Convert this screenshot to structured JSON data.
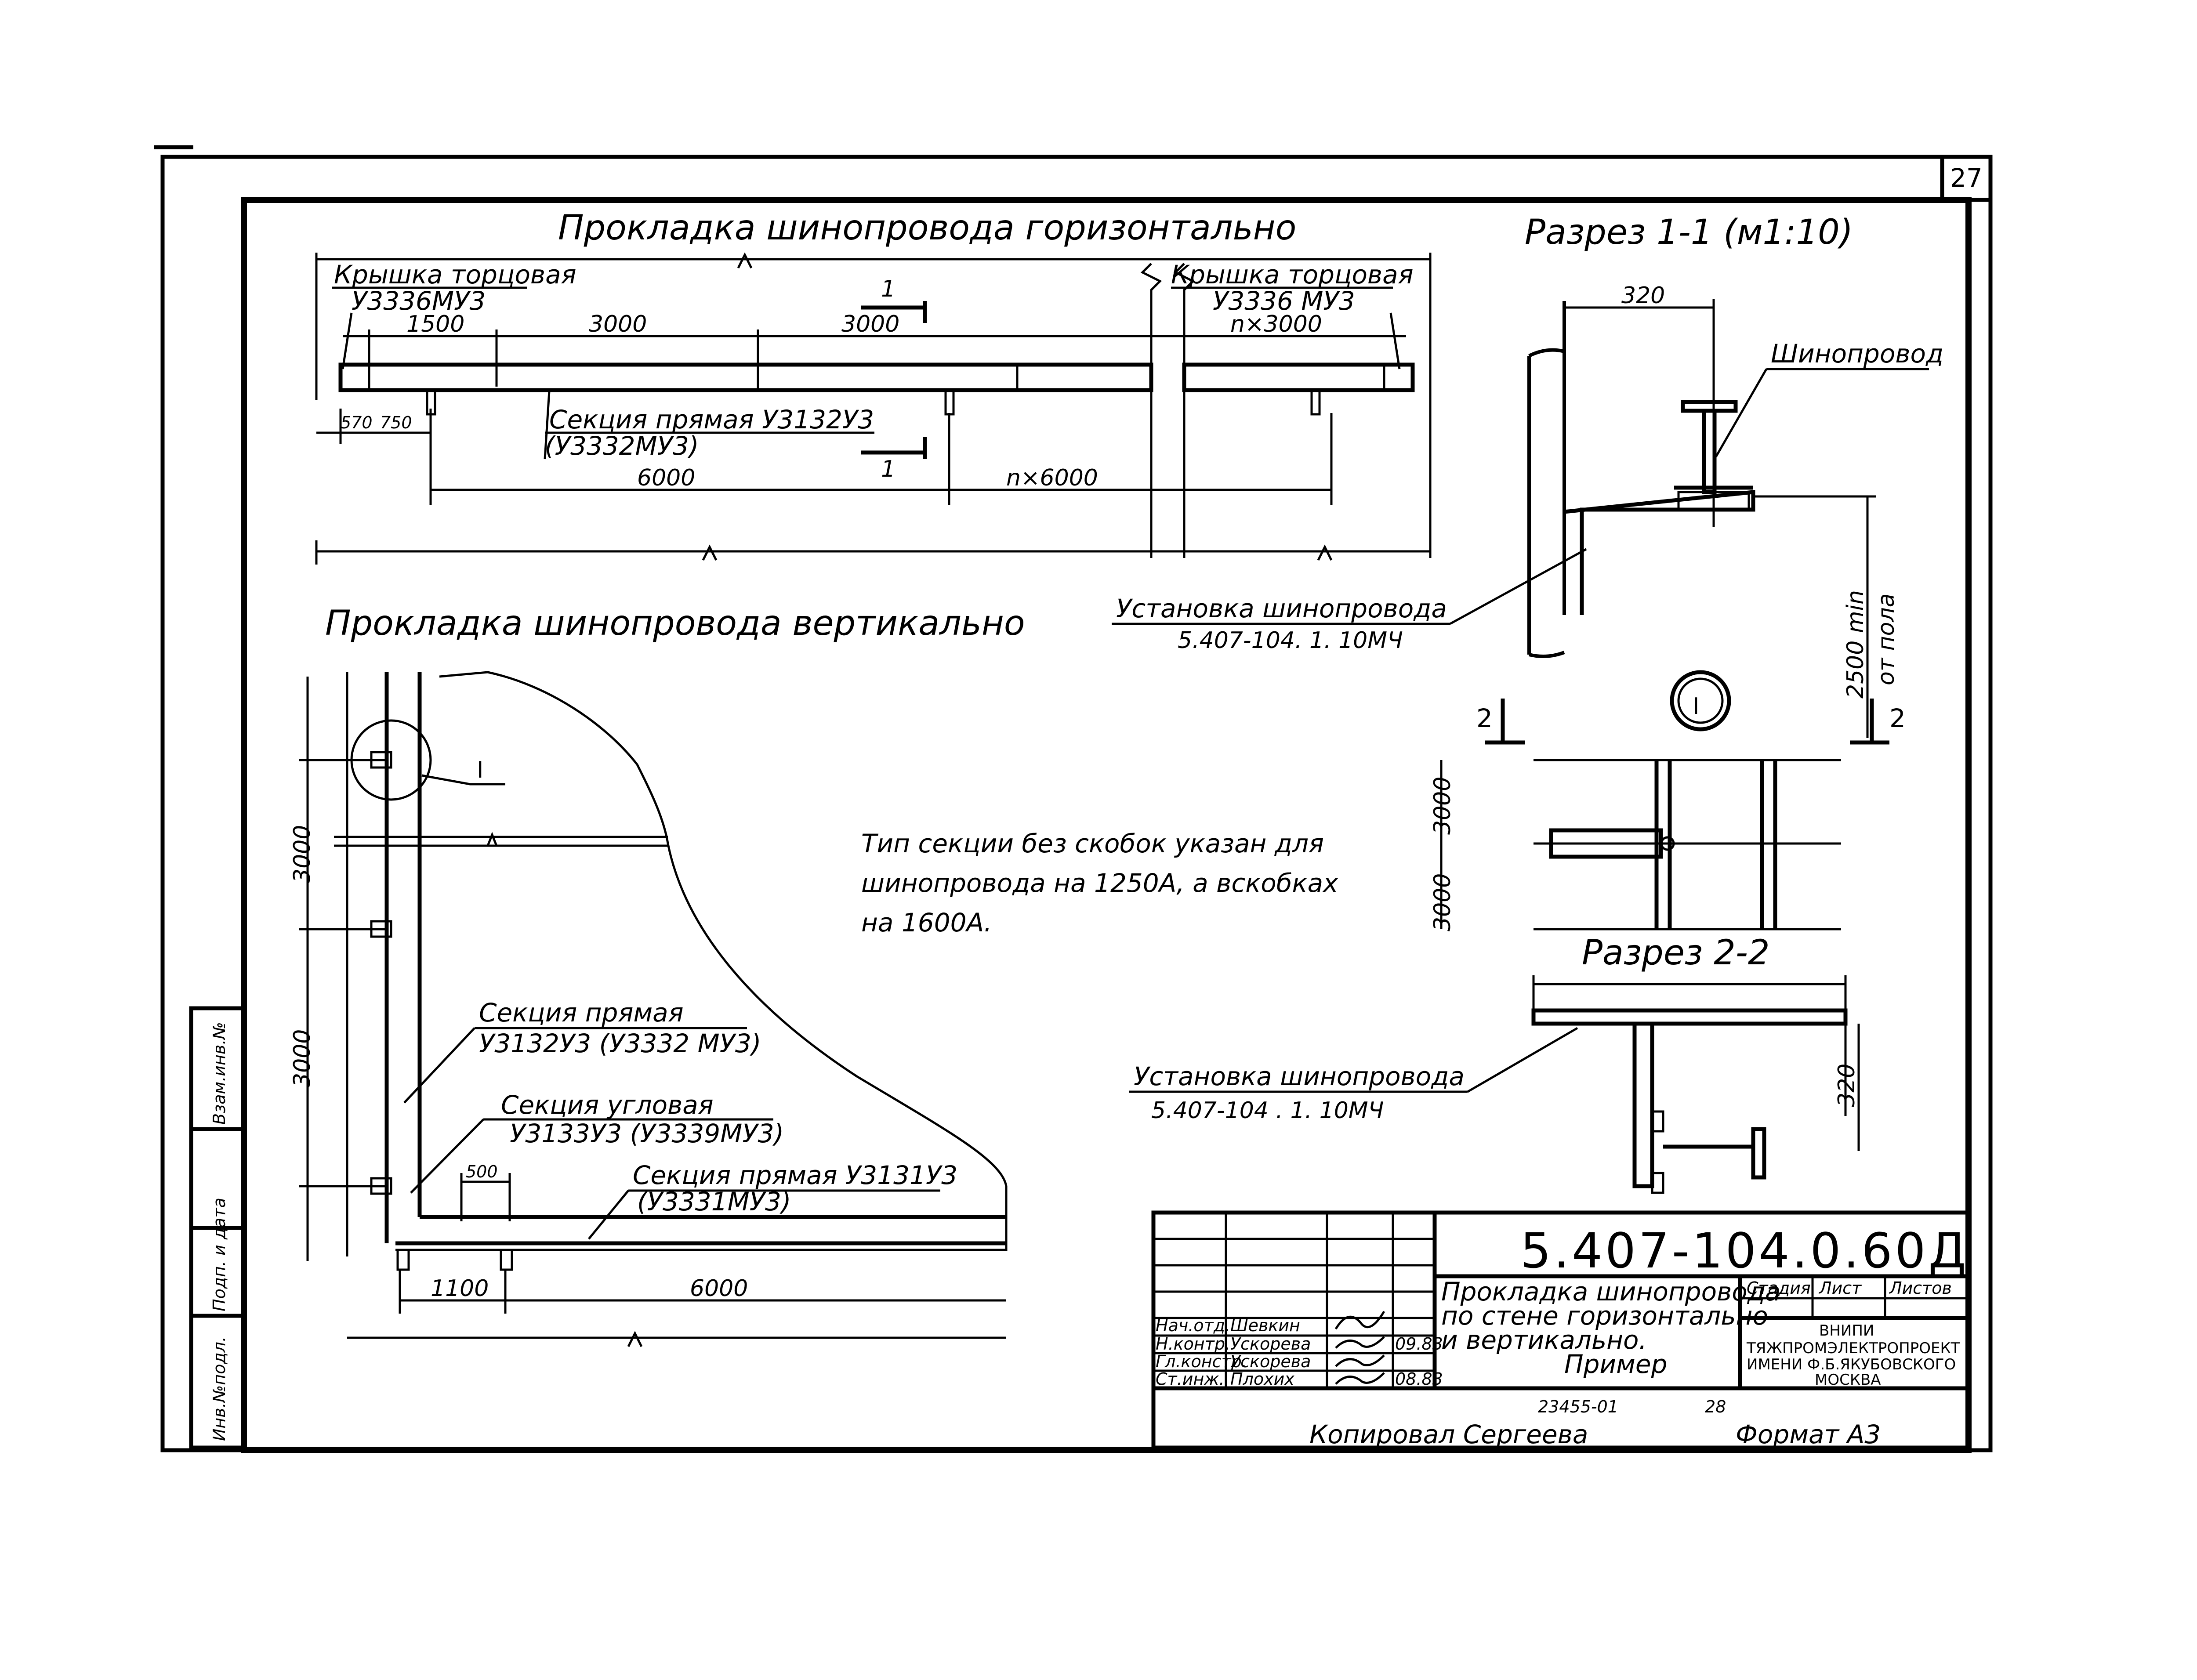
{
  "sheet": {
    "page_number": "27",
    "title_horizontal": "Прокладка шинопровода горизонтально",
    "title_vertical": "Прокладка шинопровода вертикально",
    "title_section_1": "Разрез 1-1 (м1:10)",
    "title_section_2": "Разрез 2-2",
    "note_lines": [
      "Тип секции без скобок указан для",
      "шинопровода на 1250А, а вскобках",
      "на 1600А."
    ],
    "footer_copied": "Копировал Сергеева",
    "footer_format": "Формат А3"
  },
  "horizontal": {
    "end_cap_left": [
      "Крышка торцовая",
      "У3336МУ3"
    ],
    "end_cap_right": [
      "Крышка торцовая",
      "У3336 МУ3"
    ],
    "dim_1500": "1500",
    "dim_3000a": "3000",
    "dim_3000b": "3000",
    "dim_n3000": "n×3000",
    "section_straight": [
      "Секция прямая У3132У3",
      "(У3332МУ3)"
    ],
    "dim_570": "570",
    "dim_750": "750",
    "dim_6000": "6000",
    "dim_n6000": "n×6000",
    "cut_mark": "1"
  },
  "section1": {
    "dim_320": "320",
    "busbar_label": "Шинопровод",
    "install_label": [
      "Установка шинопровода",
      "5.407-104. 1. 10МЧ"
    ],
    "height_label": [
      "2500 min",
      "от пола"
    ],
    "node_mark": "I",
    "cut2_mark": "2"
  },
  "section_i": {
    "dim_3000a": "3000",
    "dim_3000b": "3000"
  },
  "section2": {
    "dim_320": "320",
    "install_label": [
      "Установка шинопровода",
      "5.407-104 . 1. 10МЧ"
    ]
  },
  "vertical": {
    "dim_3000a": "3000",
    "dim_3000b": "3000",
    "node_mark": "I",
    "straight_label": [
      "Секция прямая",
      "У3132У3 (У3332 МУ3)"
    ],
    "corner_label": [
      "Секция угловая",
      "У3133У3 (У3339МУ3)"
    ],
    "straight2_label": [
      "Секция прямая У3131У3",
      "(У3331МУ3)"
    ],
    "dim_500": "500",
    "dim_1100": "1100",
    "dim_6000": "6000"
  },
  "side_stamp": [
    "Инв.№подл.",
    "Подп. и дата",
    "Взам.инв.№"
  ],
  "title_block": {
    "doc_code": "5.407-104.0.60Д",
    "description": [
      "Прокладка шинопровода",
      "по стене горизонтально",
      "и вертикально.",
      "Пример"
    ],
    "col_stage": "Стадия",
    "col_sheet": "Лист",
    "col_sheets": "Листов",
    "org_lines": [
      "ВНИПИ",
      "ТЯЖПРОМЭЛЕКТРОПРОЕКТ",
      "ИМЕНИ Ф.Б.ЯКУБОВСКОГО",
      "МОСКВА"
    ],
    "roles": [
      {
        "role": "Нач.отд.",
        "name": "Шевкин",
        "date": ""
      },
      {
        "role": "Н.контр.",
        "name": "Ускорева",
        "date": "09.83"
      },
      {
        "role": "Гл.констр.",
        "name": "Ускорева",
        "date": ""
      },
      {
        "role": "Ст.инж.",
        "name": "Плохих",
        "date": "08.83"
      }
    ],
    "archive_no": "23455-01",
    "archive_page": "28"
  }
}
